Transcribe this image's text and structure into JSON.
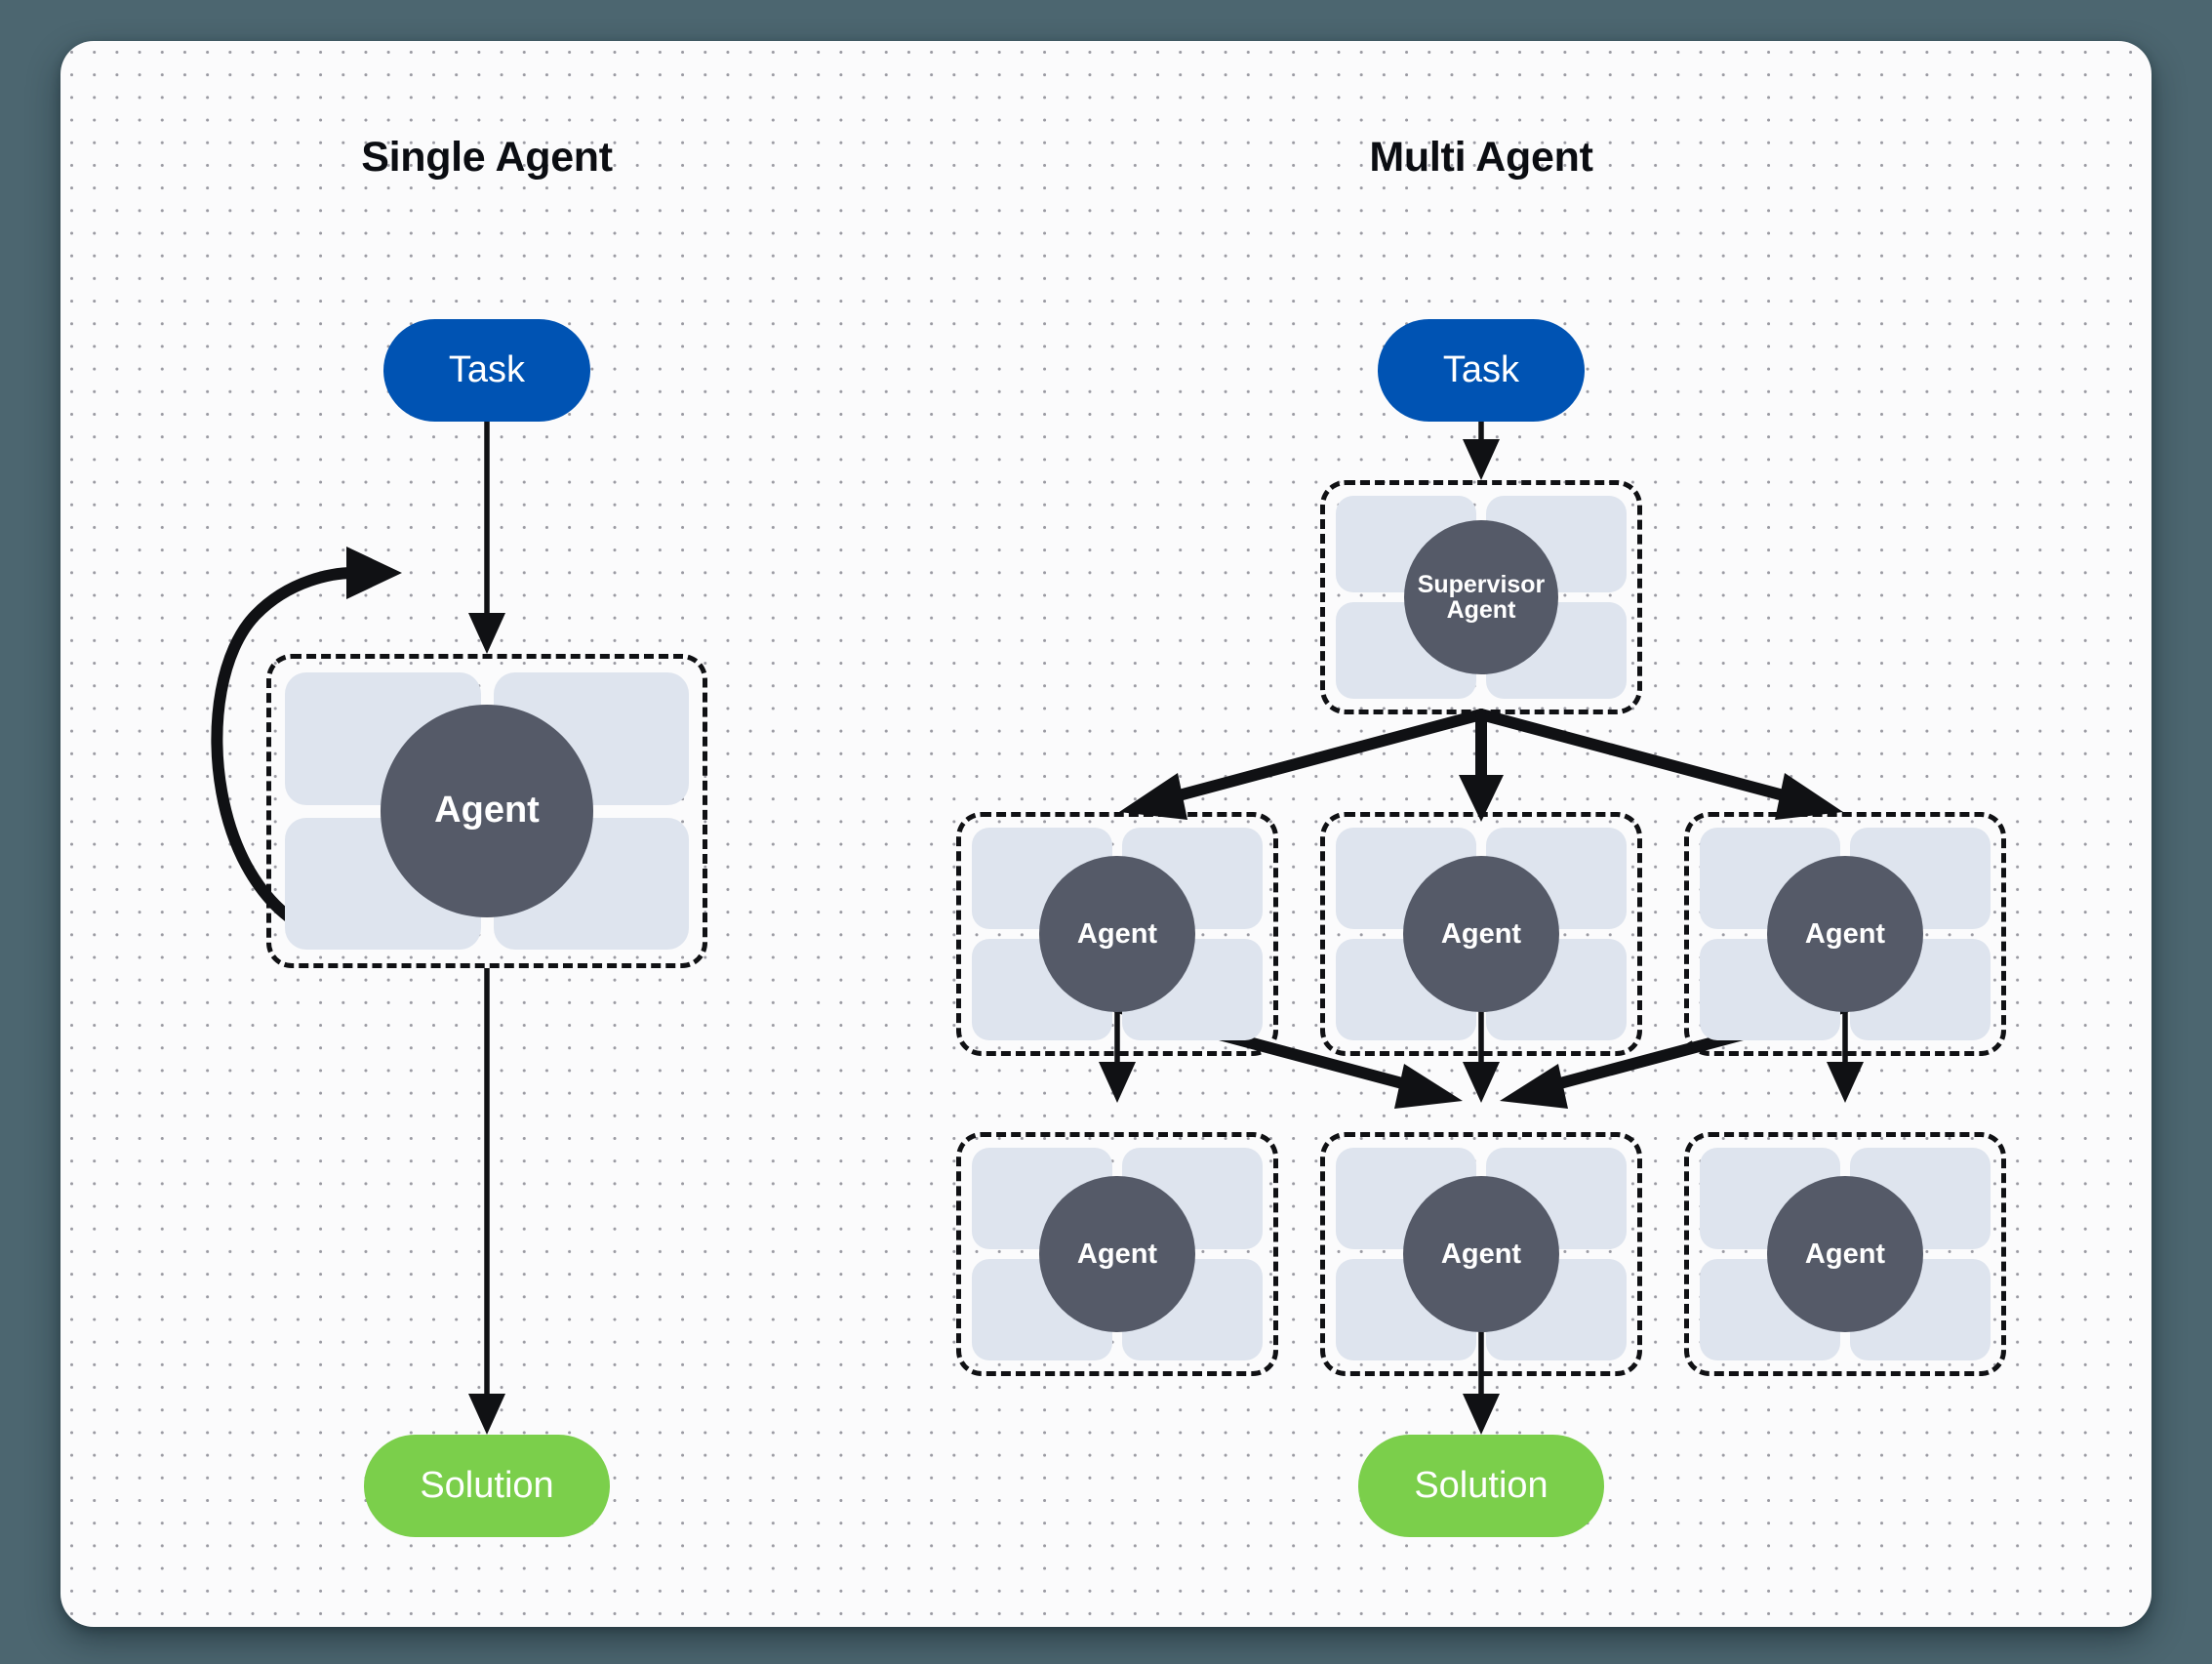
{
  "page": {
    "background_color": "#4c6670",
    "card_background_color": "#fbfbfc",
    "dot_grid_color": "#9a9aa2"
  },
  "palette": {
    "task_blue": "#0053b3",
    "solution_green": "#7bcf4b",
    "agent_core_slate": "#555a68",
    "tile_blue_gray": "#dee4ee",
    "stroke_black": "#101114"
  },
  "panels": [
    {
      "id": "single-agent",
      "title": "Single Agent",
      "nodes": {
        "task": {
          "label": "Task"
        },
        "agent": {
          "label": "Agent"
        },
        "solution": {
          "label": "Solution"
        }
      },
      "edges": [
        {
          "from": "task",
          "to": "agent",
          "style": "straight-arrow"
        },
        {
          "from": "agent",
          "to": "agent",
          "style": "self-loop-arrow"
        },
        {
          "from": "agent",
          "to": "solution",
          "style": "straight-arrow"
        }
      ]
    },
    {
      "id": "multi-agent",
      "title": "Multi Agent",
      "nodes": {
        "task": {
          "label": "Task"
        },
        "supervisor": {
          "label_line_1": "Supervisor",
          "label_line_2": "Agent"
        },
        "row_one": [
          {
            "label": "Agent"
          },
          {
            "label": "Agent"
          },
          {
            "label": "Agent"
          }
        ],
        "row_two": [
          {
            "label": "Agent"
          },
          {
            "label": "Agent"
          },
          {
            "label": "Agent"
          }
        ],
        "solution": {
          "label": "Solution"
        }
      },
      "edges": [
        {
          "from": "task",
          "to": "supervisor",
          "style": "straight-arrow"
        },
        {
          "from": "supervisor",
          "to": "row_one.0",
          "style": "fan-arrow"
        },
        {
          "from": "supervisor",
          "to": "row_one.1",
          "style": "fan-arrow"
        },
        {
          "from": "supervisor",
          "to": "row_one.2",
          "style": "fan-arrow"
        },
        {
          "from": "row_one.0",
          "to": "row_two.0",
          "style": "straight-arrow"
        },
        {
          "from": "row_one.0",
          "to": "row_two.1",
          "style": "diagonal-arrow"
        },
        {
          "from": "row_one.1",
          "to": "row_two.1",
          "style": "straight-arrow"
        },
        {
          "from": "row_one.2",
          "to": "row_two.2",
          "style": "straight-arrow"
        },
        {
          "from": "row_one.2",
          "to": "row_two.1",
          "style": "diagonal-arrow"
        },
        {
          "from": "row_two.1",
          "to": "solution",
          "style": "straight-arrow"
        }
      ]
    }
  ]
}
